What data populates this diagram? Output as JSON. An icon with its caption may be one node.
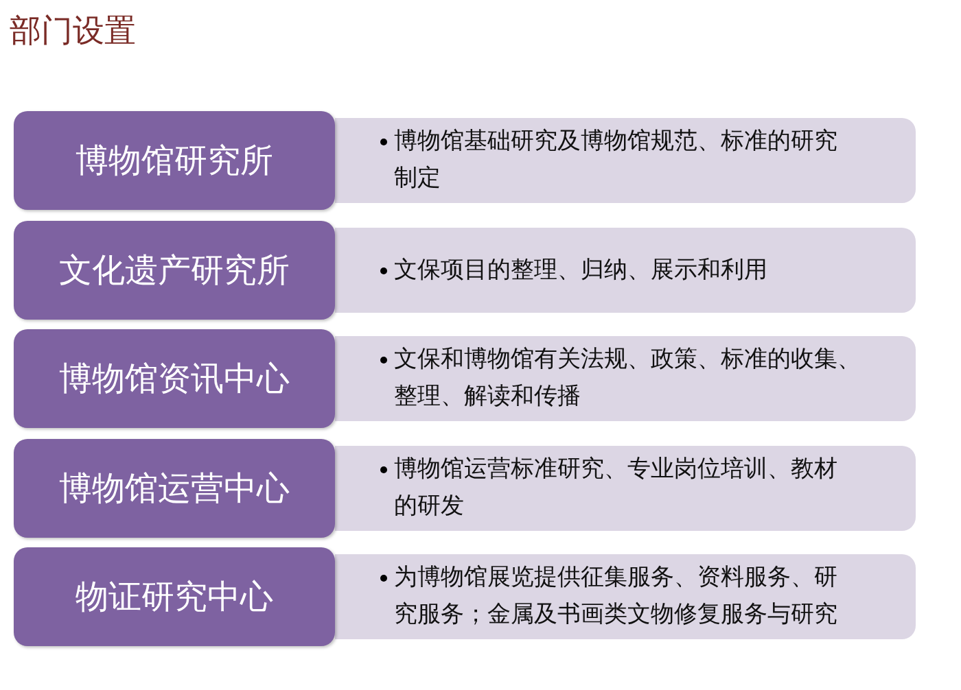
{
  "diagram": {
    "title": "部门设置",
    "nodes": [
      {
        "text": [
          "博物馆研究所"
        ]
      },
      {
        "text": [
          "博物馆基础研究及博物馆规范、标准的研究制定"
        ]
      },
      {
        "text": [
          "文化遗产研究所"
        ]
      },
      {
        "text": [
          "文保项目的整理、归纳、展示和利用"
        ]
      },
      {
        "text": [
          "博物馆资讯中心"
        ]
      },
      {
        "text": [
          "文保和博物馆有关法规、政策、标准的收集、整理、解读和传播"
        ]
      },
      {
        "text": [
          "博物馆运营中心"
        ]
      },
      {
        "text": [
          "博物馆运营标准研究、专业岗位培训、教材的研发"
        ]
      },
      {
        "text": [
          "物证研究中心"
        ]
      },
      {
        "text": [
          "为博物馆展览提供征集服务、资料服务、研究服务；金属及书画类文物修复服务与研究"
        ]
      }
    ],
    "edges": []
  }
}
